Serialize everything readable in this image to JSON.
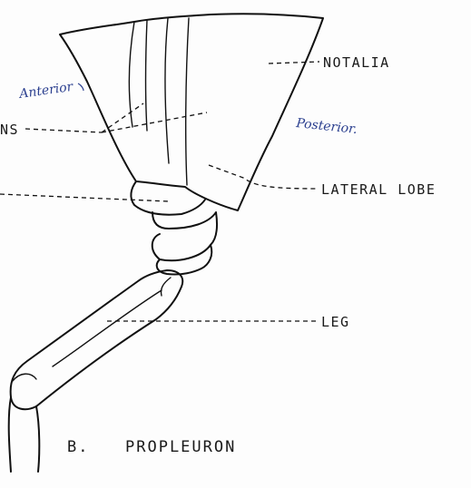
{
  "labels": {
    "notalia": "NOTALIA",
    "lateral_lobe": "LATERAL LOBE",
    "leg": "LEG",
    "ns_fragment": "NS",
    "caption_letter": "B.",
    "caption_title": "PROPLEURON"
  },
  "handwritten": {
    "anterior": "Anterior",
    "posterior": "Posterior."
  }
}
